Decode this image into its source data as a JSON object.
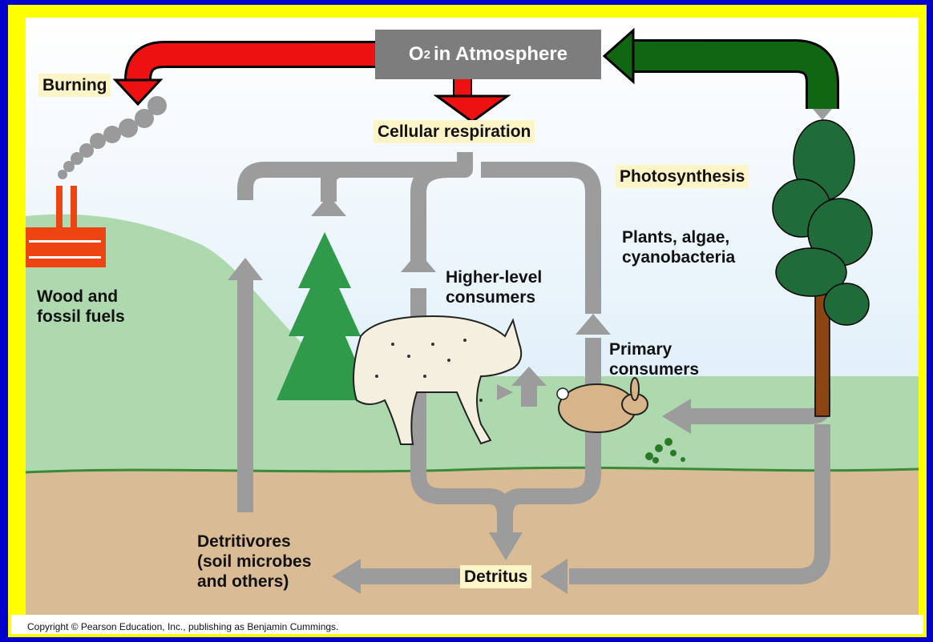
{
  "atmosphere": {
    "prefix": "O",
    "subscript": "2",
    "suffix": "in Atmosphere"
  },
  "labels": {
    "burning": "Burning",
    "cellular_respiration": "Cellular respiration",
    "photosynthesis": "Photosynthesis",
    "producers": "Plants, algae,\ncyanobacteria",
    "fuels": "Wood and\nfossil fuels",
    "higher_consumers": "Higher-level\nconsumers",
    "primary_consumers": "Primary\nconsumers",
    "detritivores": "Detritivores\n(soil microbes\nand others)",
    "detritus": "Detritus"
  },
  "copyright": "Copyright © Pearson Education, Inc., publishing as Benjamin Cummings.",
  "colors": {
    "outer_border": "#0000cc",
    "inner_border": "#ffff00",
    "sky": "#dceefb",
    "grass": "#aed9ae",
    "soil": "#d9bc95",
    "flow_arrow": "#9c9c9c",
    "burning_arrow": "#ee1111",
    "photosynthesis_arrow": "#116611",
    "label_highlight": "#fdf5c8",
    "factory": "#ee4411",
    "conifer": "#2f9a4a",
    "tree_foliage": "#1f6b3a",
    "tree_trunk": "#8b4513"
  }
}
